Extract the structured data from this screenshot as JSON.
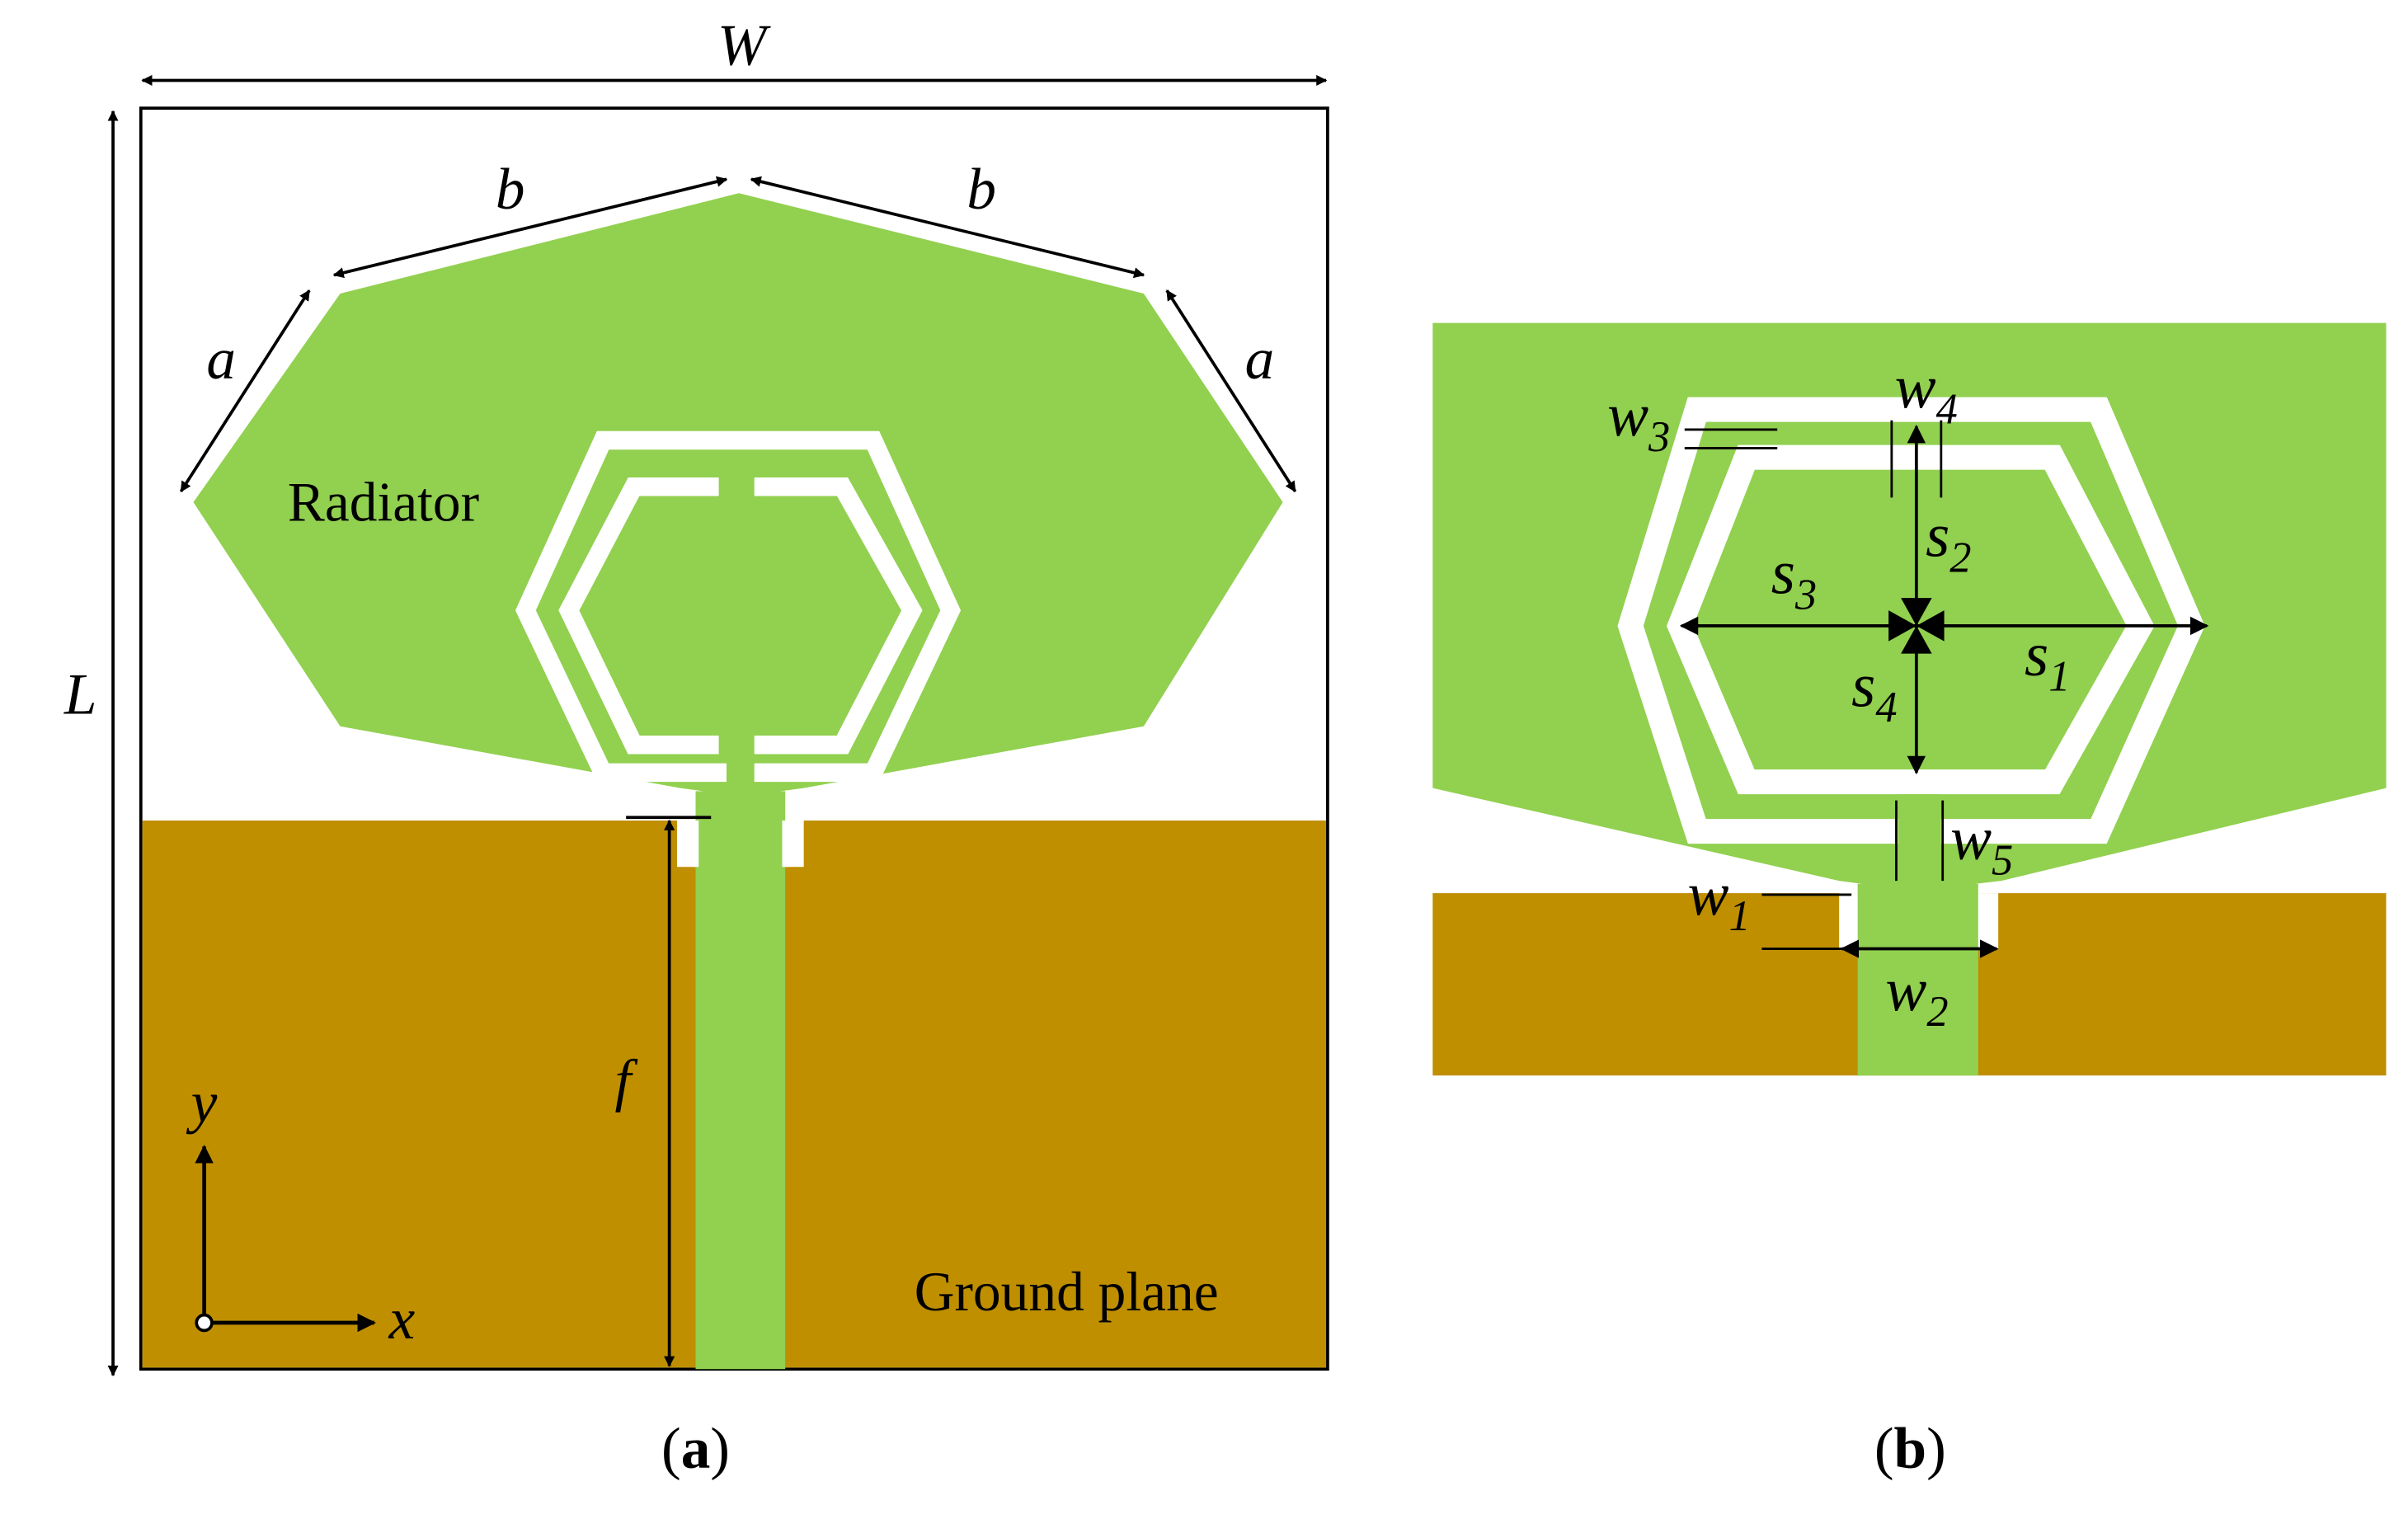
{
  "colors": {
    "radiator": "#92D050",
    "ground": "#BF8F00",
    "substrate_outline": "#000000",
    "background": "#FFFFFF",
    "arrows": "#000000"
  },
  "panel_a": {
    "caption_letter": "a",
    "labels": {
      "W": "W",
      "L": "L",
      "b_left": "b",
      "b_right": "b",
      "a_left": "a",
      "a_right": "a",
      "f": "f",
      "y": "y",
      "x": "x",
      "radiator": "Radiator",
      "ground_plane": "Ground plane"
    }
  },
  "panel_b": {
    "caption_letter": "b",
    "labels": {
      "w1": "w",
      "w1_sub": "1",
      "w2": "w",
      "w2_sub": "2",
      "w3": "w",
      "w3_sub": "3",
      "w4": "w",
      "w4_sub": "4",
      "w5": "w",
      "w5_sub": "5",
      "s1": "s",
      "s1_sub": "1",
      "s2": "s",
      "s2_sub": "2",
      "s3": "s",
      "s3_sub": "3",
      "s4": "s",
      "s4_sub": "4"
    }
  }
}
